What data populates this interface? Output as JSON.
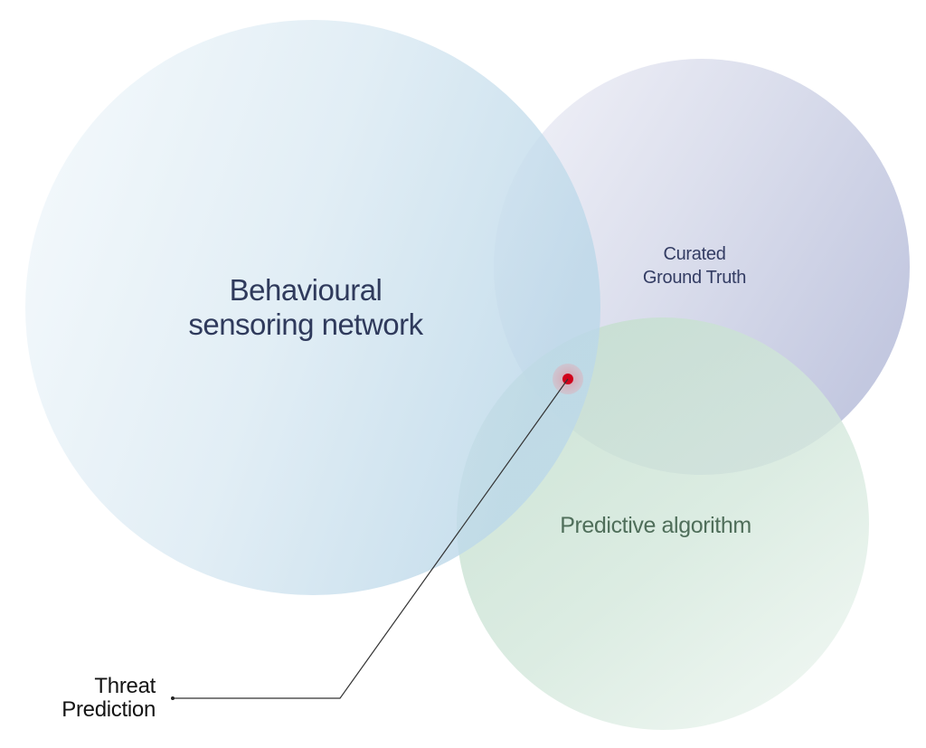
{
  "labels": {
    "sensor_line1": "Behavioural",
    "sensor_line2": "sensoring network",
    "truth_line1": "Curated",
    "truth_line2": "Ground Truth",
    "algo": "Predictive algorithm",
    "threat_line1": "Threat",
    "threat_line2": "Prediction"
  },
  "colors": {
    "sensor_circle": "#c2dcec",
    "truth_circle": "#c9cde4",
    "algo_circle": "#bddccb",
    "marker": "#d0021b",
    "leader_line": "#333333"
  }
}
